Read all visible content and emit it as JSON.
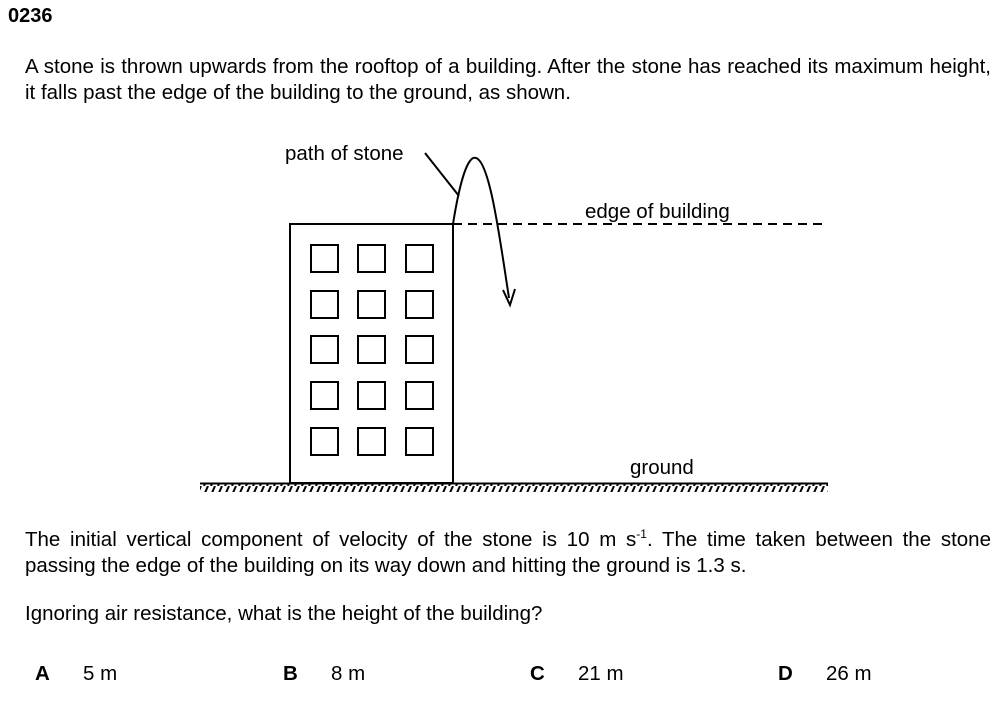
{
  "question_number": "0236",
  "intro": "A stone is thrown upwards from the rooftop of a building. After the stone has reached its maximum height, it falls past the edge of the building to the ground, as shown.",
  "diagram": {
    "label_path": "path of stone",
    "label_edge": "edge of building",
    "label_ground": "ground"
  },
  "body_before": "The initial vertical component of velocity of the stone is 10 m s",
  "body_sup": "-1",
  "body_after": ". The time taken between the stone passing the edge of the building on its way down and hitting the ground is 1.3 s.",
  "question": "Ignoring air resistance, what is the height of the building?",
  "options": [
    {
      "letter": "A",
      "text": "5 m"
    },
    {
      "letter": "B",
      "text": "8 m"
    },
    {
      "letter": "C",
      "text": "21 m"
    },
    {
      "letter": "D",
      "text": "26 m"
    }
  ]
}
